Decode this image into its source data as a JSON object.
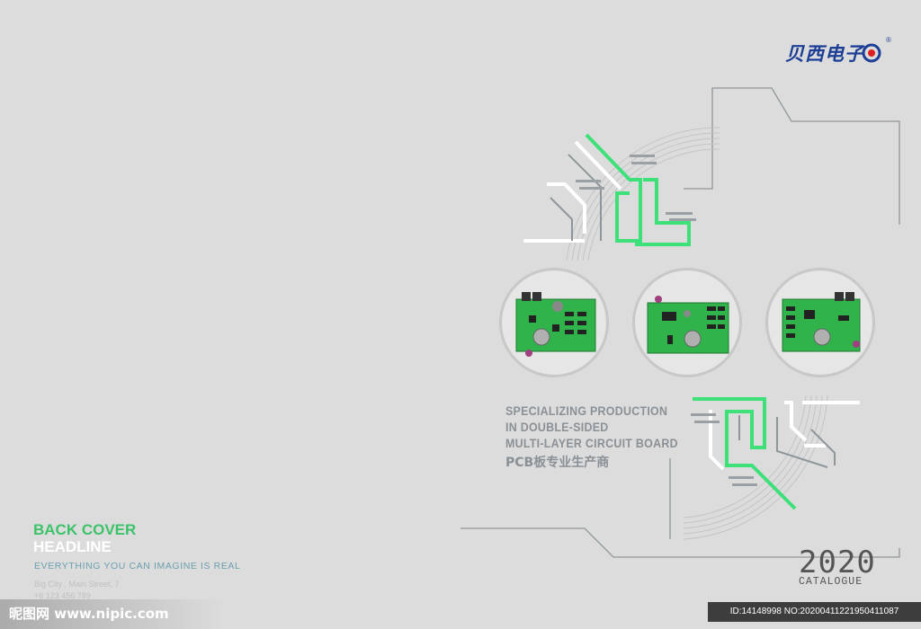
{
  "logo": {
    "text": "贝西电子",
    "registered": "®"
  },
  "headline": {
    "line1": "SPECIALIZING PRODUCTION",
    "line2": "IN DOUBLE-SIDED",
    "line3": "MULTI-LAYER CIRCUIT BOARD",
    "line4": "PCB板专业生产商"
  },
  "back_cover": {
    "title_line1": "BACK COVER",
    "title_line2": "HEADLINE",
    "tagline": "EVERYTHING YOU CAN IMAGINE IS REAL",
    "address": "Big City , Main Street, 7",
    "phone": "+8 123 456 789"
  },
  "catalogue": {
    "year": "2020",
    "label": "CATALOGUE"
  },
  "watermark": {
    "left": "昵图网 www.nipic.com",
    "right": "ID:14148998 NO:20200411221950411087"
  },
  "colors": {
    "background": "#dcdcdc",
    "accent_green": "#3cc36a",
    "text_gray": "#8a9196",
    "logo_blue": "#1c3f95"
  },
  "icons": [
    "logo-mark",
    "pcb-board-image",
    "circuit-trace-graphic"
  ]
}
